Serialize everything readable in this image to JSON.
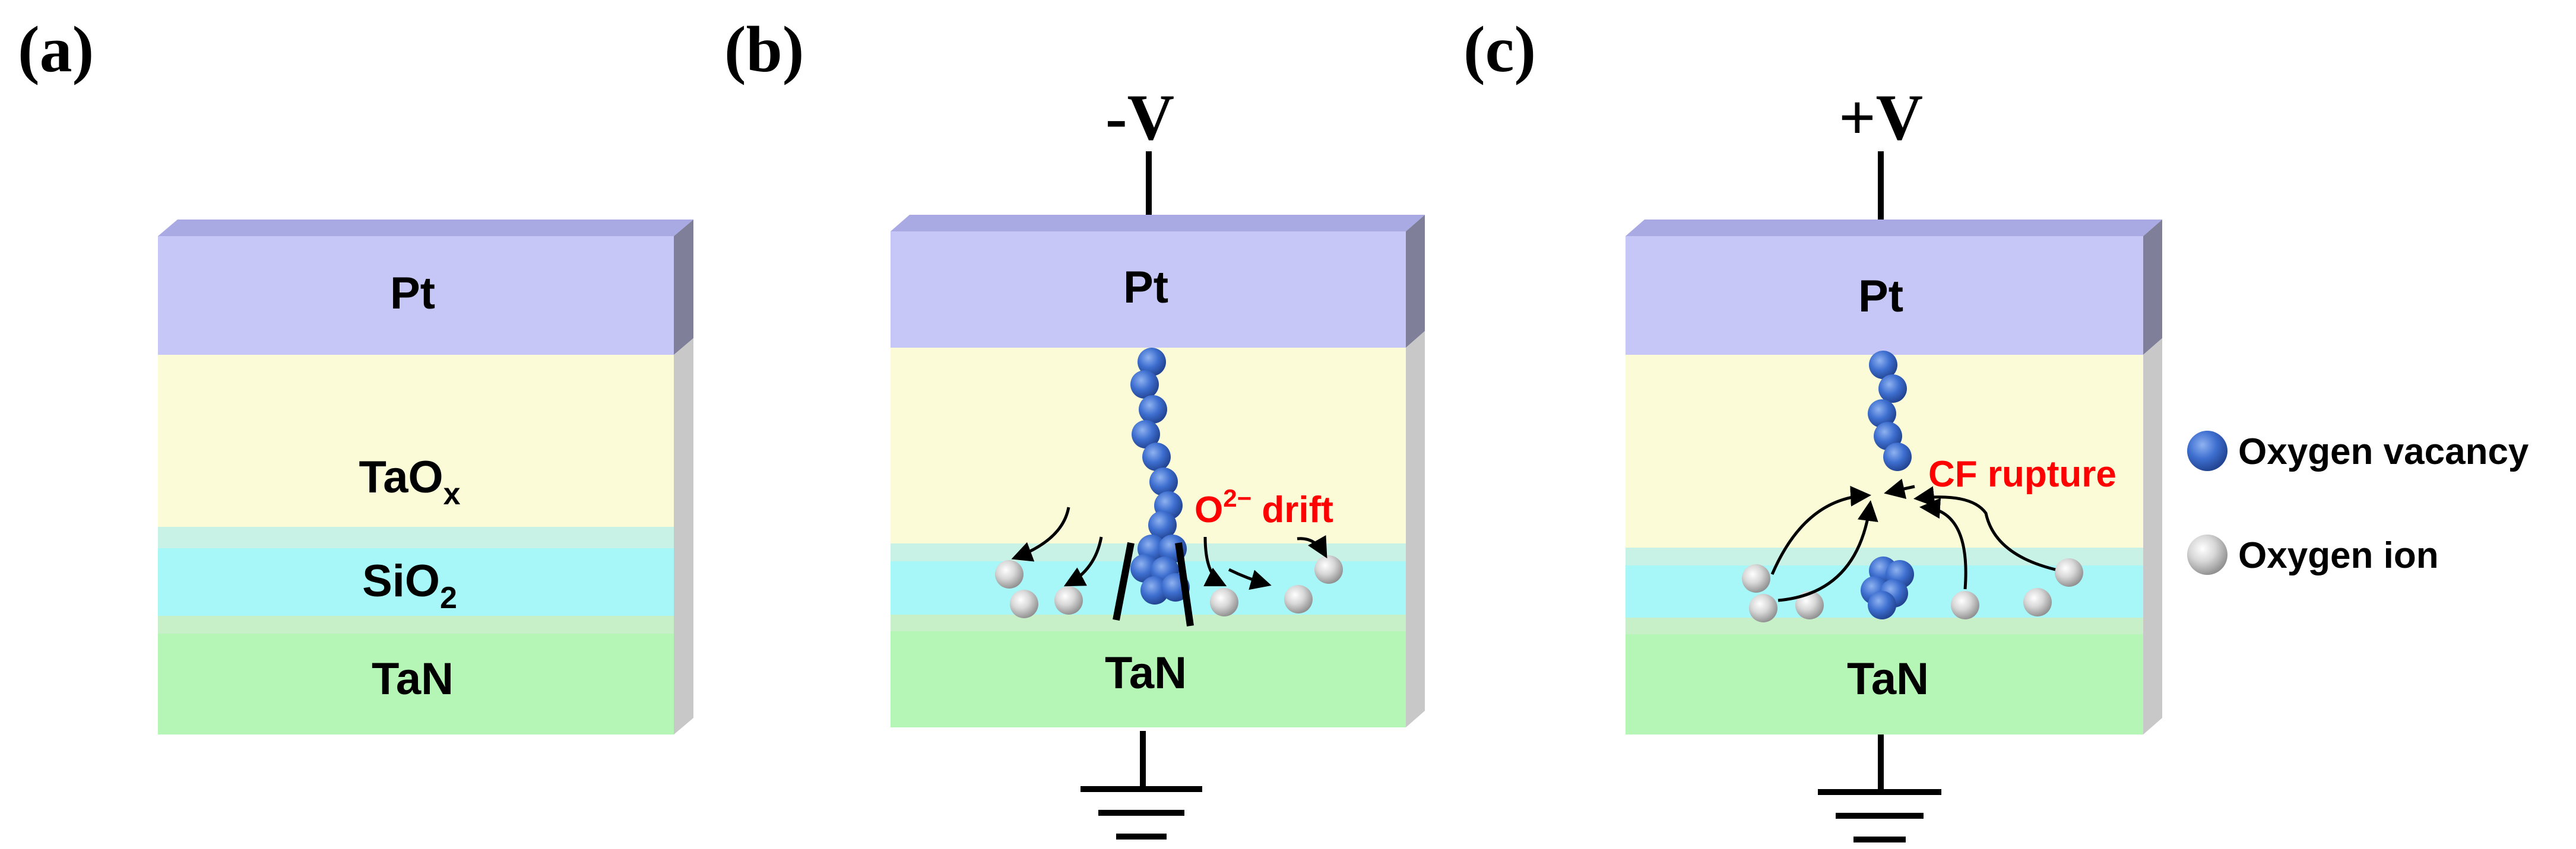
{
  "colors": {
    "pt": "#c7c7f7",
    "pt_top": "#a9a9e4",
    "pt_side": "#7f7f9a",
    "taox": "#fbfbd8",
    "taox_side": "#c8c8c8",
    "sio2": "#a8f7f8",
    "sio2_top": "#c9f2e6",
    "tan": "#b5f5b5",
    "tan_top": "#c8f0c8",
    "tan_side": "#bdbdbd",
    "vacancy": "#3e6fd0",
    "ion": "#d8d8d8",
    "annotation": "#ff0000",
    "ink": "#000000"
  },
  "panels": {
    "a": {
      "label": "(a)"
    },
    "b": {
      "label": "(b)",
      "voltage": "-V"
    },
    "c": {
      "label": "(c)",
      "voltage": "+V"
    }
  },
  "layers": {
    "pt": "Pt",
    "taox_base": "TaO",
    "taox_sub": "x",
    "sio2_base": "SiO",
    "sio2_sub": "2",
    "tan": "TaN"
  },
  "annotations": {
    "o2_base": "O",
    "o2_sup": "2−",
    "o2_rest": " drift",
    "cf_rupture": "CF rupture"
  },
  "legend": {
    "vacancy": "Oxygen vacancy",
    "ion": "Oxygen ion"
  }
}
